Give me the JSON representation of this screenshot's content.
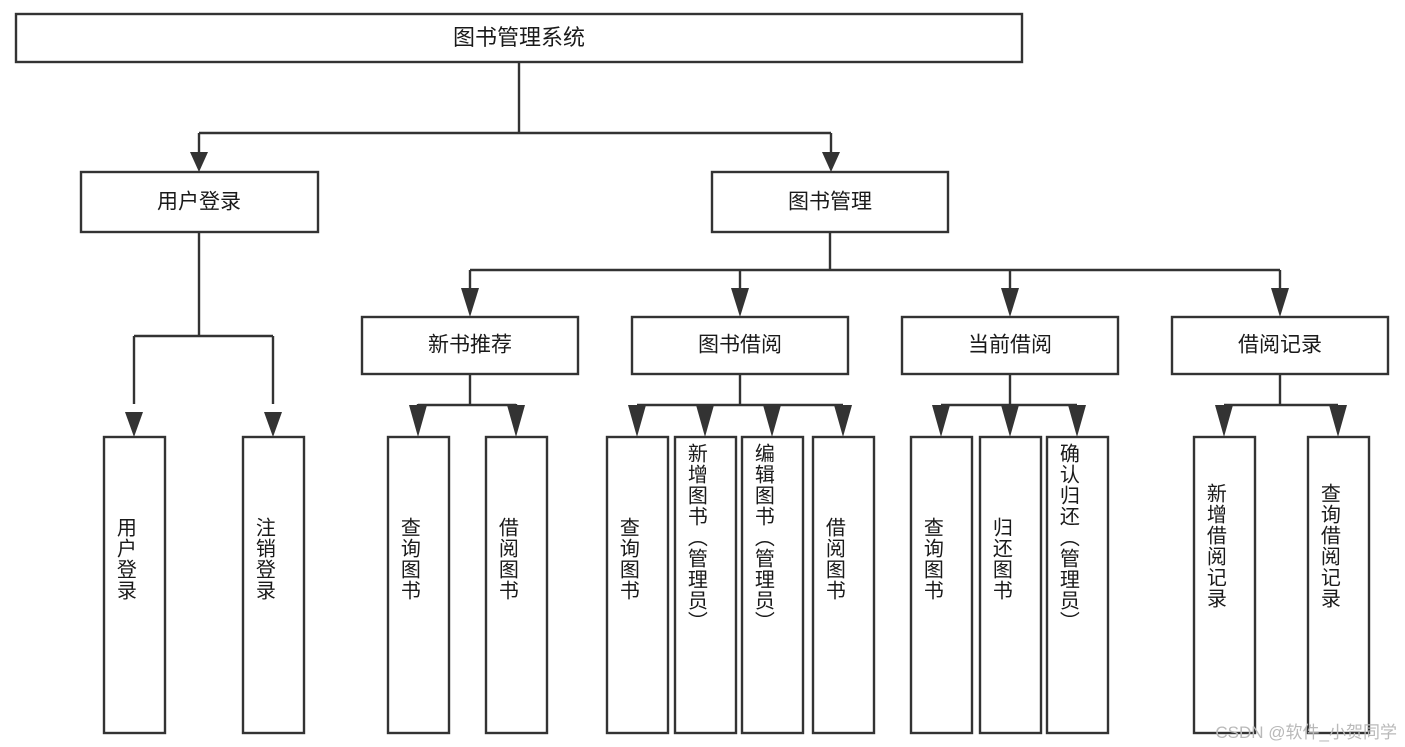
{
  "diagram": {
    "type": "tree",
    "title": "图书管理系统",
    "watermark": "CSDN @软件_小贺同学",
    "colors": {
      "stroke": "#333333",
      "fill": "#ffffff",
      "text": "#1a1a1a",
      "watermark": "#b9b9b9"
    },
    "root": {
      "label": "图书管理系统"
    },
    "level2": [
      {
        "label": "用户登录"
      },
      {
        "label": "图书管理"
      }
    ],
    "level3": [
      {
        "label": "新书推荐"
      },
      {
        "label": "图书借阅"
      },
      {
        "label": "当前借阅"
      },
      {
        "label": "借阅记录"
      }
    ],
    "leaves": {
      "user_login": [
        {
          "label": "用户登录"
        },
        {
          "label": "注销登录"
        }
      ],
      "new_book_recommend": [
        {
          "label": "查询图书"
        },
        {
          "label": "借阅图书"
        }
      ],
      "book_borrow": [
        {
          "label": "查询图书"
        },
        {
          "label": "新增图书（管理员）"
        },
        {
          "label": "编辑图书（管理员）"
        },
        {
          "label": "借阅图书"
        }
      ],
      "current_borrow": [
        {
          "label": "查询图书"
        },
        {
          "label": "归还图书"
        },
        {
          "label": "确认归还（管理员）"
        }
      ],
      "borrow_record": [
        {
          "label": "新增借阅记录"
        },
        {
          "label": "查询借阅记录"
        }
      ]
    }
  }
}
